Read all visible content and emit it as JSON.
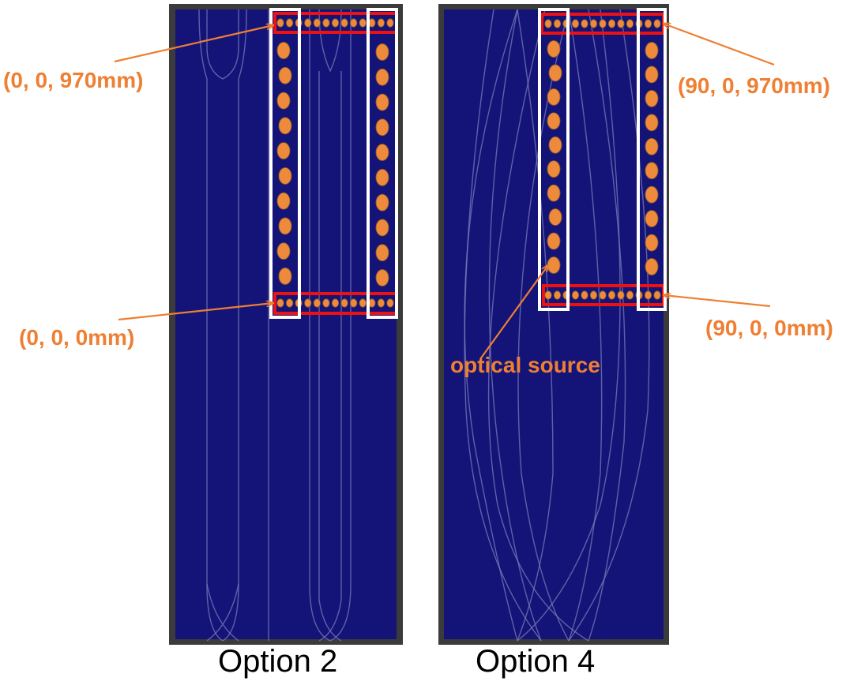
{
  "colors": {
    "panel": "#141478",
    "frame": "#3b3b3b",
    "fiber": "#7a7ab8",
    "source_fill": "#ee8a3b",
    "source_stroke": "#8b5a2b",
    "red_box": "#ee1111",
    "white_box": "#ffffff",
    "annotation": "#ee7f33",
    "caption": "#000000"
  },
  "panels": [
    {
      "name": "option-2",
      "caption": "Option 2",
      "source_columns": 2,
      "sources_per_column": 10,
      "sources_per_row": 13
    },
    {
      "name": "option-4",
      "caption": "Option 4",
      "source_columns": 2,
      "sources_per_column": 10,
      "sources_per_row": 13
    }
  ],
  "annotations": {
    "opt2_top": "(0, 0, 970mm)",
    "opt2_bottom": "(0, 0, 0mm)",
    "opt4_top": "(90, 0, 970mm)",
    "opt4_bottom": "(90, 0, 0mm)",
    "optical_source": "optical source"
  }
}
